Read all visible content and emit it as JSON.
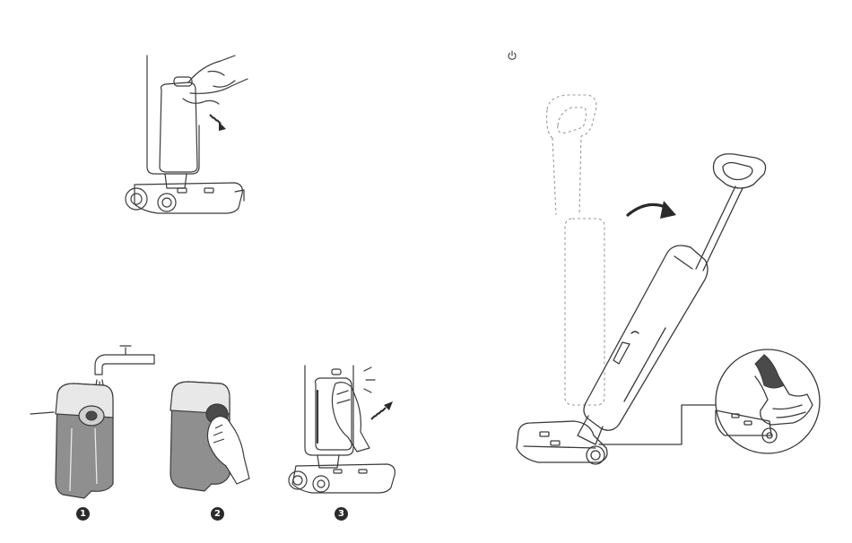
{
  "colors": {
    "line": "#3a3a3a",
    "water_tank_fill": "#8f8f8f",
    "dark_part": "#4a4a4a",
    "badge": "#2a2a2a",
    "dashed_ghost": "#9a9a9a"
  },
  "icons": {
    "power": "power-icon",
    "motion_arrow": "curved-arrow-icon"
  },
  "steps": [
    {
      "label": "1"
    },
    {
      "label": "2"
    },
    {
      "label": "3"
    }
  ]
}
